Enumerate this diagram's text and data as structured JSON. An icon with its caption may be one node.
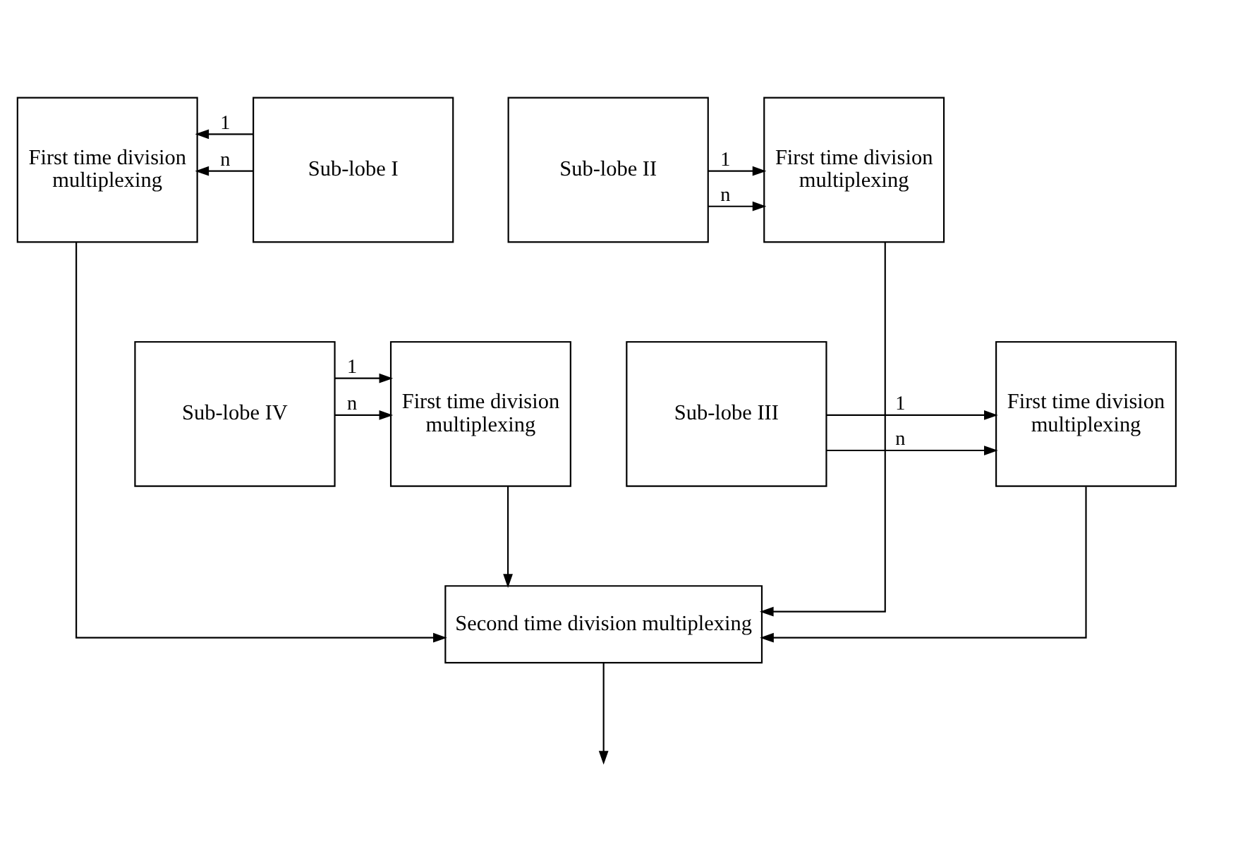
{
  "diagram": {
    "nodes": [
      {
        "text": [
          "Sub-lobe I"
        ]
      },
      {
        "text": [
          "Sub-lobe II"
        ]
      },
      {
        "text": [
          "Sub-lobe IV"
        ]
      },
      {
        "text": [
          "Sub-lobe III"
        ]
      },
      {
        "text": [
          "First time division multiplexing"
        ]
      },
      {
        "text": [
          "First time division multiplexing"
        ]
      },
      {
        "text": [
          "First time division multiplexing"
        ]
      },
      {
        "text": [
          "First time division multiplexing"
        ]
      },
      {
        "text": [
          "Second time division multiplexing"
        ]
      }
    ],
    "edges": [
      {
        "from": 0,
        "to": 4,
        "arrow": "to",
        "label": "1"
      },
      {
        "from": 0,
        "to": 4,
        "arrow": "to",
        "label": "n"
      },
      {
        "from": 1,
        "to": 5,
        "arrow": "to",
        "label": "1"
      },
      {
        "from": 1,
        "to": 5,
        "arrow": "to",
        "label": "n"
      },
      {
        "from": 2,
        "to": 6,
        "arrow": "to",
        "label": "1"
      },
      {
        "from": 2,
        "to": 6,
        "arrow": "to",
        "label": "n"
      },
      {
        "from": 3,
        "to": 7,
        "arrow": "to",
        "label": "1"
      },
      {
        "from": 3,
        "to": 7,
        "arrow": "to",
        "label": "n"
      },
      {
        "from": 4,
        "to": 8,
        "arrow": "to"
      },
      {
        "from": 6,
        "to": 8,
        "arrow": "to"
      },
      {
        "from": 7,
        "to": 8,
        "arrow": "to"
      },
      {
        "from": 5,
        "to": 8,
        "arrow": "to"
      },
      {
        "from": 8,
        "to": null,
        "arrow": "to"
      }
    ]
  }
}
